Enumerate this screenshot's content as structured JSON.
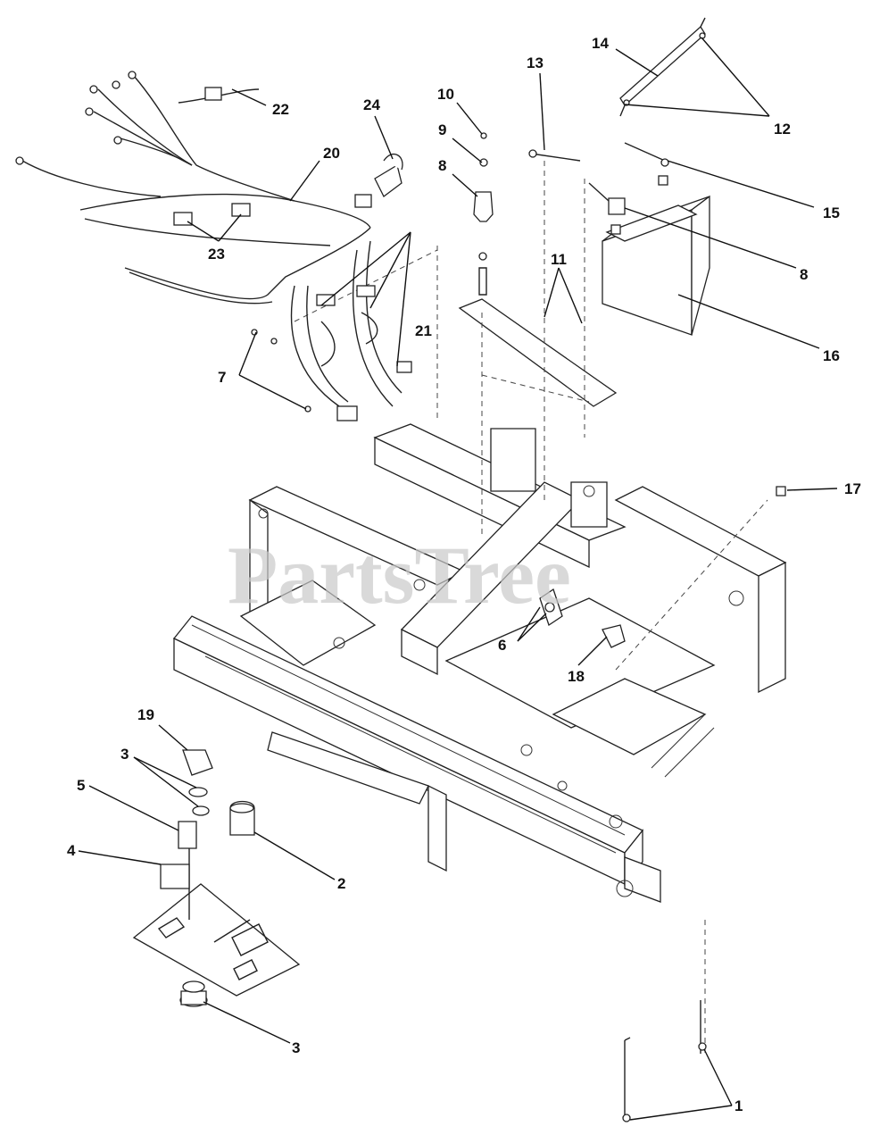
{
  "watermark": "PartsTree",
  "callouts": {
    "c1": "1",
    "c2": "2",
    "c3a": "3",
    "c3b": "3",
    "c4": "4",
    "c5": "5",
    "c6": "6",
    "c7": "7",
    "c8a": "8",
    "c8b": "8",
    "c9": "9",
    "c10": "10",
    "c11": "11",
    "c12": "12",
    "c13": "13",
    "c14": "14",
    "c15": "15",
    "c16": "16",
    "c17": "17",
    "c18": "18",
    "c19": "19",
    "c20": "20",
    "c21": "21",
    "c22": "22",
    "c23": "23",
    "c24": "24"
  }
}
